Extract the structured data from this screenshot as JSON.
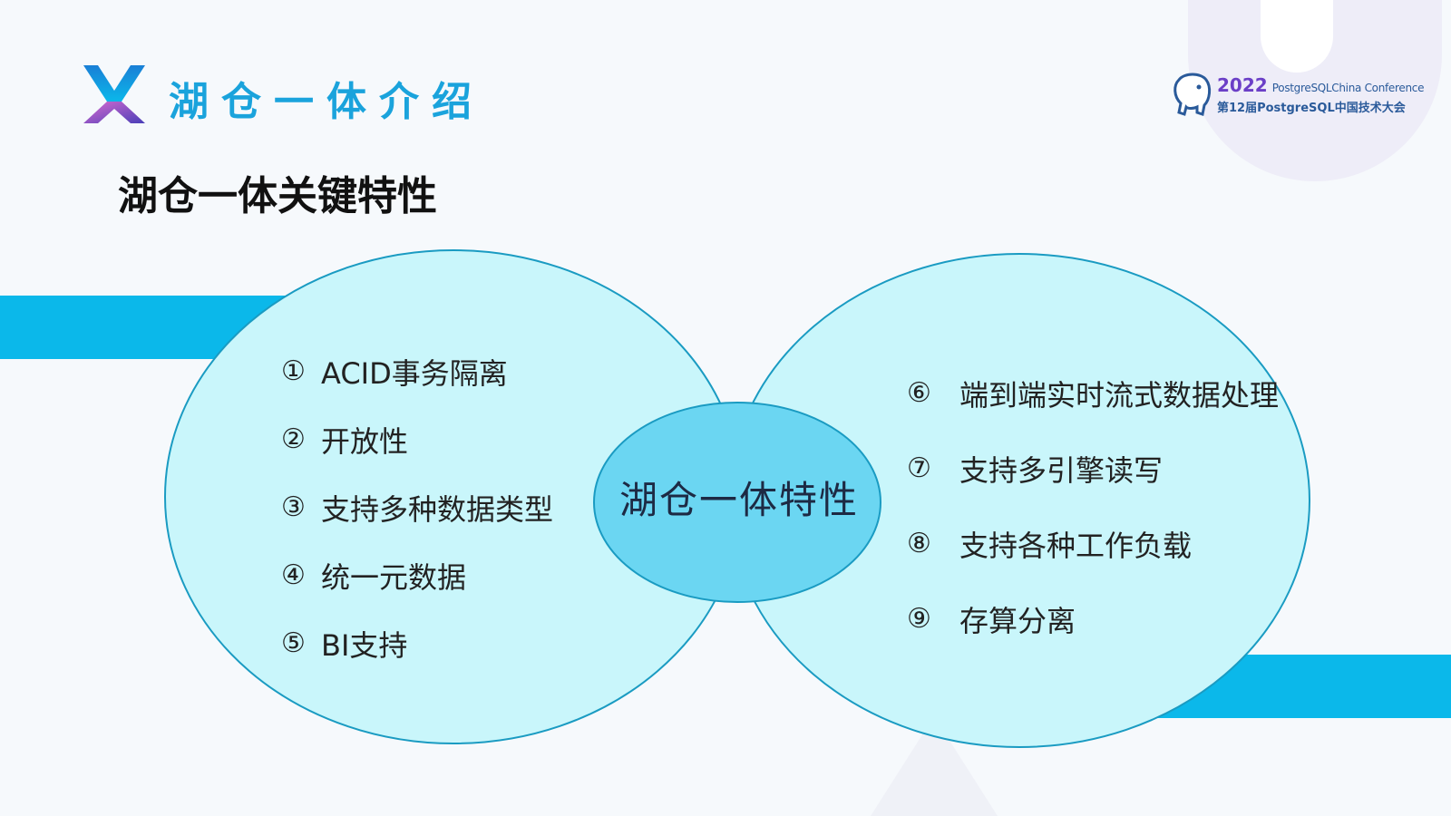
{
  "header": {
    "section_title": "湖仓一体介绍",
    "subtitle": "湖仓一体关键特性"
  },
  "conference": {
    "year": "2022",
    "name": "PostgreSQLChina Conference",
    "edition": "第12届PostgreSQL中国技术大会"
  },
  "diagram": {
    "center_label": "湖仓一体特性",
    "left_items": [
      {
        "num": "①",
        "text": "ACID事务隔离"
      },
      {
        "num": "②",
        "text": "开放性"
      },
      {
        "num": "③",
        "text": "支持多种数据类型"
      },
      {
        "num": "④",
        "text": "统一元数据"
      },
      {
        "num": "⑤",
        "text": "BI支持"
      }
    ],
    "right_items": [
      {
        "num": "⑥",
        "text": "端到端实时流式数据处理"
      },
      {
        "num": "⑦",
        "text": "支持多引擎读写"
      },
      {
        "num": "⑧",
        "text": "支持各种工作负载"
      },
      {
        "num": "⑨",
        "text": "存算分离"
      }
    ]
  },
  "colors": {
    "accent": "#1aa3dc",
    "band": "#0bb8ea",
    "ellipse_fill": "#c9f6fb",
    "ellipse_stroke": "#1a9bc2",
    "center_fill": "#6bd6f2"
  }
}
